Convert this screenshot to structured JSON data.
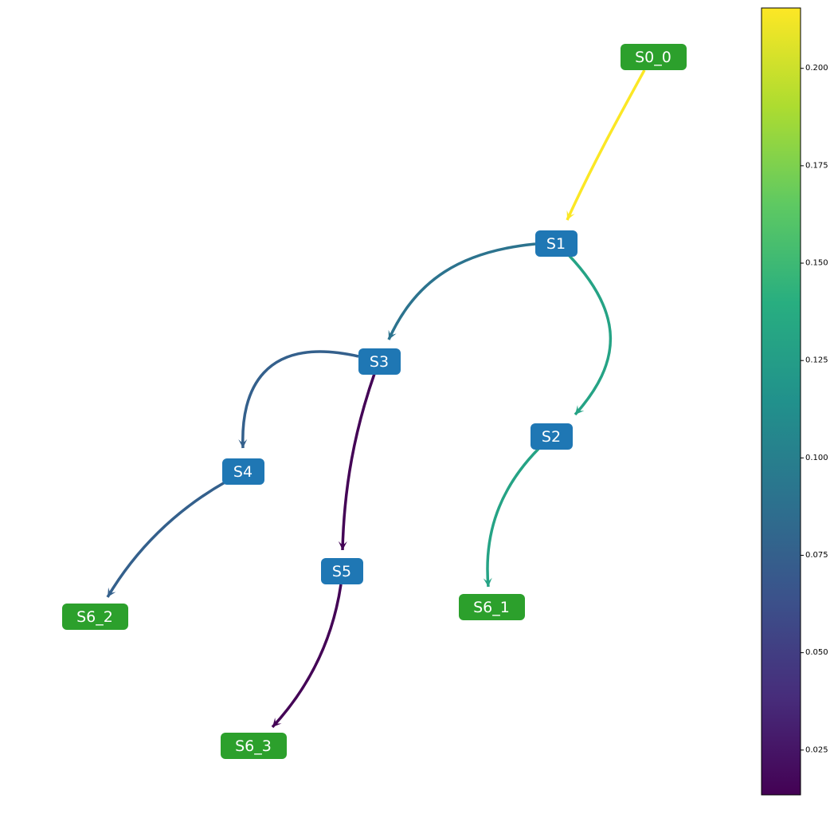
{
  "colors": {
    "state_node": "#1f77b4",
    "terminal_node": "#2ca02c",
    "node_text": "#ffffff",
    "colormap": "viridis"
  },
  "nodes": [
    {
      "id": "S0_0",
      "label": "S0_0",
      "kind": "terminal"
    },
    {
      "id": "S1",
      "label": "S1",
      "kind": "state"
    },
    {
      "id": "S2",
      "label": "S2",
      "kind": "state"
    },
    {
      "id": "S3",
      "label": "S3",
      "kind": "state"
    },
    {
      "id": "S4",
      "label": "S4",
      "kind": "state"
    },
    {
      "id": "S5",
      "label": "S5",
      "kind": "state"
    },
    {
      "id": "S6_1",
      "label": "S6_1",
      "kind": "terminal"
    },
    {
      "id": "S6_2",
      "label": "S6_2",
      "kind": "terminal"
    },
    {
      "id": "S6_3",
      "label": "S6_3",
      "kind": "terminal"
    }
  ],
  "edges": [
    {
      "from": "S0_0",
      "to": "S1",
      "value": 0.215
    },
    {
      "from": "S1",
      "to": "S3",
      "value": 0.09
    },
    {
      "from": "S1",
      "to": "S2",
      "value": 0.13
    },
    {
      "from": "S3",
      "to": "S4",
      "value": 0.075
    },
    {
      "from": "S3",
      "to": "S5",
      "value": 0.015
    },
    {
      "from": "S2",
      "to": "S6_1",
      "value": 0.13
    },
    {
      "from": "S4",
      "to": "S6_2",
      "value": 0.075
    },
    {
      "from": "S5",
      "to": "S6_3",
      "value": 0.015
    }
  ],
  "colorbar": {
    "min": 0.0135,
    "max": 0.2155,
    "ticks": [
      "0.025",
      "0.050",
      "0.075",
      "0.100",
      "0.125",
      "0.150",
      "0.175",
      "0.200"
    ]
  }
}
